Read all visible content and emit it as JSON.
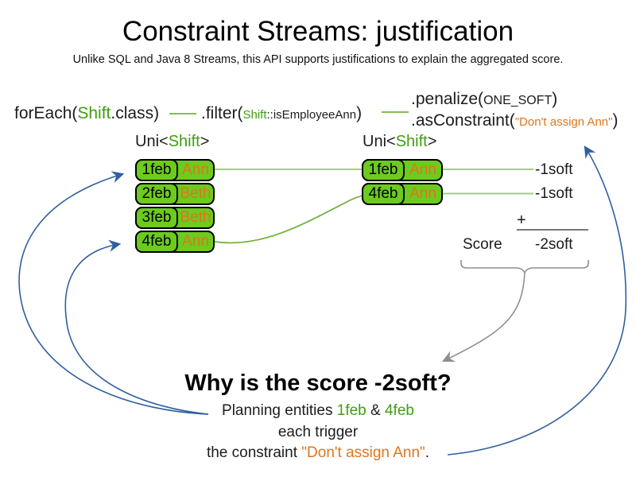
{
  "title": "Constraint Streams: justification",
  "subtitle": "Unlike SQL and Java 8 Streams, this API supports justifications to explain the aggregated score.",
  "colors": {
    "green_text": "#3f9e11",
    "box_green": "#6ccb1e",
    "line_light": "#a6cd84",
    "line_dark": "#72b33e",
    "orange": "#e0751c",
    "blue": "#2f5f9e",
    "gray": "#8f8f8f",
    "text": "#1c1c1c",
    "sum_line": "#777777"
  },
  "code": {
    "foreach_prefix": "forEach(",
    "foreach_class": "Shift",
    "foreach_suffix": ".class)",
    "filter_prefix": ".filter(",
    "filter_class": "Shift",
    "filter_method": "::isEmployeeAnn",
    "filter_suffix": ")",
    "penalize_prefix": ".penalize(",
    "penalize_arg": "ONE_SOFT",
    "penalize_suffix": ")",
    "asconstraint_prefix": ".asConstraint(",
    "asconstraint_arg": "\"Don't assign Ann\"",
    "asconstraint_suffix": ")"
  },
  "left_group": {
    "label_prefix": "Uni<",
    "label_class": "Shift",
    "label_suffix": ">",
    "rows": [
      {
        "date": "1feb",
        "name": "Ann"
      },
      {
        "date": "2feb",
        "name": "Beth"
      },
      {
        "date": "3feb",
        "name": "Beth"
      },
      {
        "date": "4feb",
        "name": "Ann"
      }
    ]
  },
  "right_group": {
    "label_prefix": "Uni<",
    "label_class": "Shift",
    "label_suffix": ">",
    "rows": [
      {
        "date": "1feb",
        "name": "Ann"
      },
      {
        "date": "4feb",
        "name": "Ann"
      }
    ]
  },
  "scores": {
    "item1": "-1soft",
    "item2": "-1soft",
    "plus": "+",
    "label": "Score",
    "total": "-2soft"
  },
  "why": {
    "heading": "Why is the score -2soft?",
    "line1_prefix": "Planning entities ",
    "entity1": "1feb",
    "amp": " & ",
    "entity2": "4feb",
    "line2": "each trigger",
    "line3_prefix": "the constraint ",
    "constraint": "\"Don't assign Ann\"",
    "line3_suffix": "."
  }
}
